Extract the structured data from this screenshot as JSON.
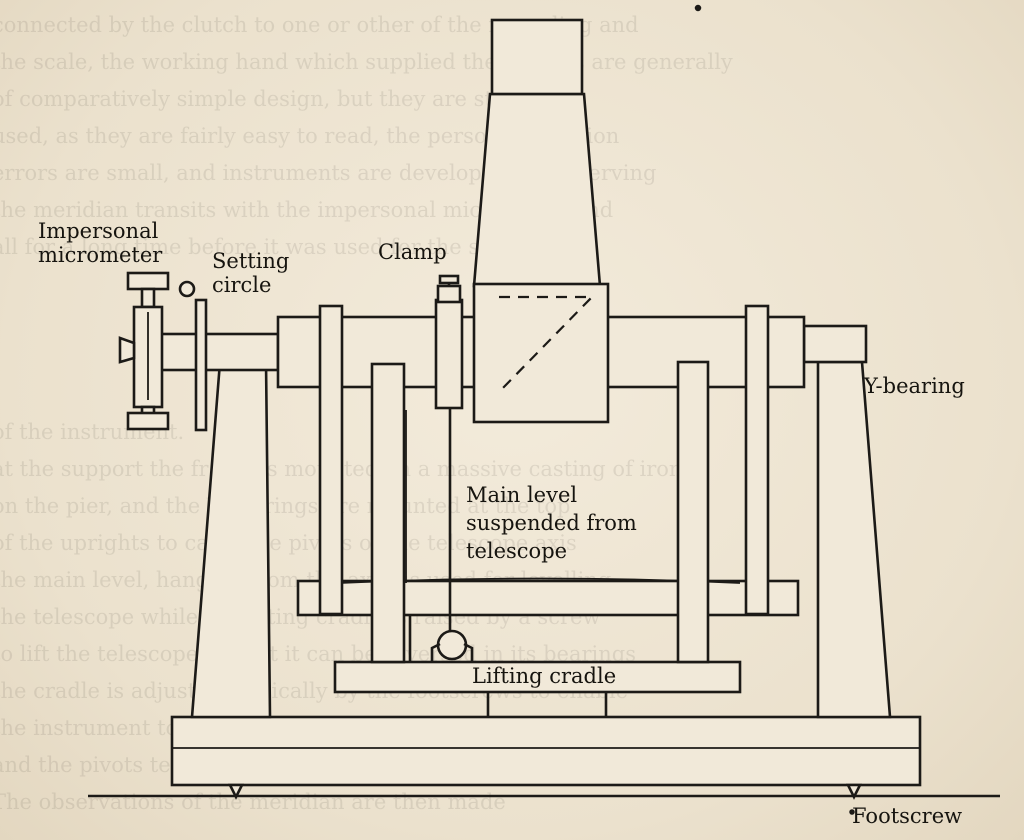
{
  "labels": {
    "impersonal_micrometer": [
      "Impersonal",
      "micrometer"
    ],
    "setting_circle": [
      "Setting",
      "circle"
    ],
    "clamp": "Clamp",
    "y_bearing": "Y-bearing",
    "main_level": [
      "Main level",
      "suspended from",
      "telescope"
    ],
    "lifting_cradle": "Lifting cradle",
    "footscrew": "Footscrew"
  },
  "background_text_lines": [
    "connected by the clutch to one or other of the recording and",
    "the scale, the working hand which supplied the transits are generally",
    "of comparatively simple design, but they are still often",
    "used, as they are fairly easy to read, the personal equation",
    "errors are small, and instruments are developed for observing",
    "the meridian transits with the impersonal micrometer and",
    "all for a long time before it was used for the setting.",
    "",
    "",
    "",
    "",
    "                      of the instrument.",
    "at the support the frame is mounted on a massive casting of iron",
    "on the pier, and the Y-bearings are mounted at the top",
    "of the uprights to carry the pivots of the telescope axis",
    "the main level, hanging from the axis, is used for levelling",
    "the telescope while the lifting cradle is raised by a screw",
    "to lift the telescope so that it can be reversed in its bearings",
    "the cradle is adjusted vertically by the footscrews to enable",
    "the instrument to be brought accurately into the meridian plane",
    "and the pivots tested by the striding level.",
    "The observations of the meridian are then made"
  ]
}
